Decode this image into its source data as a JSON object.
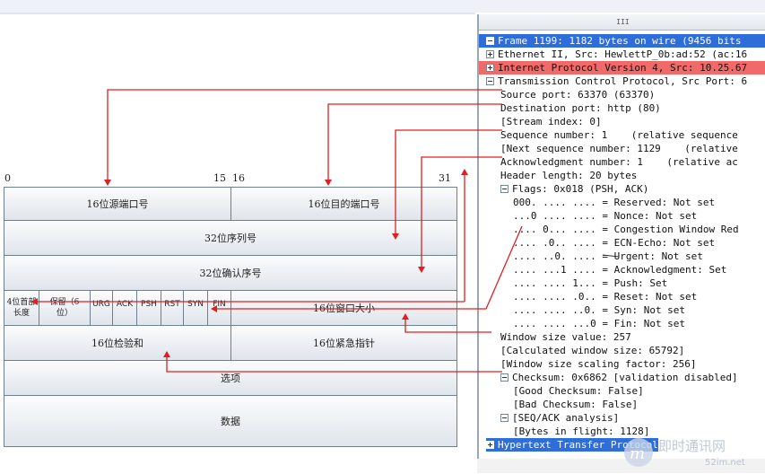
{
  "diagram": {
    "bit_labels": [
      "0",
      "15",
      "16",
      "31"
    ],
    "fields": {
      "src_port": "16位源端口号",
      "dst_port": "16位目的端口号",
      "seq": "32位序列号",
      "ack": "32位确认序号",
      "hdr_len": "4位首部长度",
      "reserved": "保留（6位）",
      "urg": "URG",
      "ack_flag": "ACK",
      "psh": "PSH",
      "rst": "RST",
      "syn": "SYN",
      "fin": "FIN",
      "window": "16位窗口大小",
      "checksum": "16位检验和",
      "urgent_ptr": "16位紧急指针",
      "options": "选项",
      "data": "数据"
    }
  },
  "pane": {
    "grip": "III",
    "rows": [
      {
        "text": "Frame 1199: 1182 bytes on wire (9456 bits",
        "exp": "minus",
        "indent": 0,
        "style": "sel"
      },
      {
        "text": "Ethernet II, Src: HewlettP_0b:ad:52 (ac:16",
        "exp": "plus",
        "indent": 0,
        "style": ""
      },
      {
        "text": "Internet Protocol Version 4, Src: 10.25.67",
        "exp": "plus",
        "indent": 0,
        "style": "warn"
      },
      {
        "text": "Transmission Control Protocol, Src Port: 6",
        "exp": "minus",
        "indent": 0,
        "style": ""
      },
      {
        "text": "Source port: 63370 (63370)",
        "exp": "",
        "indent": 1,
        "style": ""
      },
      {
        "text": "Destination port: http (80)",
        "exp": "",
        "indent": 1,
        "style": ""
      },
      {
        "text": "[Stream index: 0]",
        "exp": "",
        "indent": 1,
        "style": ""
      },
      {
        "text": "Sequence number: 1    (relative sequence",
        "exp": "",
        "indent": 1,
        "style": ""
      },
      {
        "text": "[Next sequence number: 1129    (relative",
        "exp": "",
        "indent": 1,
        "style": ""
      },
      {
        "text": "Acknowledgment number: 1    (relative ac",
        "exp": "",
        "indent": 1,
        "style": ""
      },
      {
        "text": "Header length: 20 bytes",
        "exp": "",
        "indent": 1,
        "style": ""
      },
      {
        "text": "Flags: 0x018 (PSH, ACK)",
        "exp": "minus",
        "indent": 1,
        "style": ""
      },
      {
        "text": "000. .... .... = Reserved: Not set",
        "exp": "",
        "indent": 2,
        "style": ""
      },
      {
        "text": "...0 .... .... = Nonce: Not set",
        "exp": "",
        "indent": 2,
        "style": ""
      },
      {
        "text": ".... 0... .... = Congestion Window Red",
        "exp": "",
        "indent": 2,
        "style": ""
      },
      {
        "text": ".... .0.. .... = ECN-Echo: Not set",
        "exp": "",
        "indent": 2,
        "style": ""
      },
      {
        "text": ".... ..0. .... = Urgent: Not set",
        "exp": "",
        "indent": 2,
        "style": ""
      },
      {
        "text": ".... ...1 .... = Acknowledgment: Set",
        "exp": "",
        "indent": 2,
        "style": ""
      },
      {
        "text": ".... .... 1... = Push: Set",
        "exp": "",
        "indent": 2,
        "style": ""
      },
      {
        "text": ".... .... .0.. = Reset: Not set",
        "exp": "",
        "indent": 2,
        "style": ""
      },
      {
        "text": ".... .... ..0. = Syn: Not set",
        "exp": "",
        "indent": 2,
        "style": ""
      },
      {
        "text": ".... .... ...0 = Fin: Not set",
        "exp": "",
        "indent": 2,
        "style": ""
      },
      {
        "text": "Window size value: 257",
        "exp": "",
        "indent": 1,
        "style": ""
      },
      {
        "text": "[Calculated window size: 65792]",
        "exp": "",
        "indent": 1,
        "style": ""
      },
      {
        "text": "[Window size scaling factor: 256]",
        "exp": "",
        "indent": 1,
        "style": ""
      },
      {
        "text": "Checksum: 0x6862 [validation disabled]",
        "exp": "minus",
        "indent": 1,
        "style": ""
      },
      {
        "text": "[Good Checksum: False]",
        "exp": "",
        "indent": 2,
        "style": ""
      },
      {
        "text": "[Bad Checksum: False]",
        "exp": "",
        "indent": 2,
        "style": ""
      },
      {
        "text": "[SEQ/ACK analysis]",
        "exp": "minus",
        "indent": 1,
        "style": ""
      },
      {
        "text": "[Bytes in flight: 1128]",
        "exp": "",
        "indent": 2,
        "style": ""
      },
      {
        "text": "Hypertext Transfer Protocol",
        "exp": "plus",
        "indent": 0,
        "style": "hl"
      }
    ]
  },
  "watermark": {
    "brand": "即时通讯网",
    "url": "52im.net"
  },
  "colors": {
    "arrow": "#e02020",
    "selected": "#2f6ddb",
    "warning": "#f06a6a"
  }
}
